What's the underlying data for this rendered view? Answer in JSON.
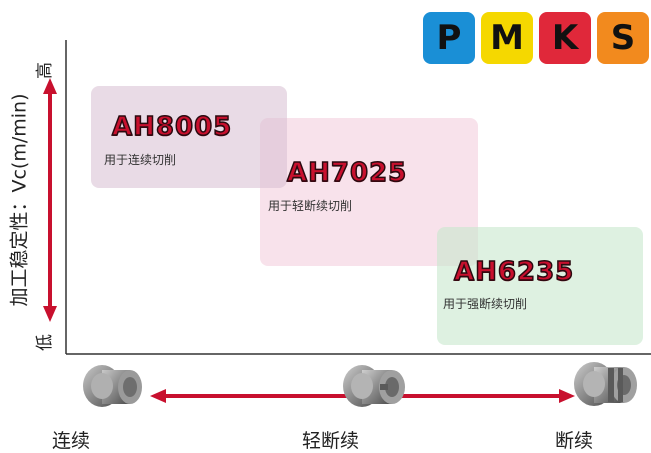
{
  "badges": [
    {
      "letter": "P",
      "color": "#1a8fd6"
    },
    {
      "letter": "M",
      "color": "#f5d800"
    },
    {
      "letter": "K",
      "color": "#e0283a"
    },
    {
      "letter": "S",
      "color": "#f28a1e"
    }
  ],
  "y_axis": {
    "title": "加工稳定性：Vc(m/min)",
    "high": "高",
    "low": "低"
  },
  "x_axis": {
    "left": "连续",
    "middle": "轻断续",
    "right": "断续"
  },
  "grades": [
    {
      "name": "AH8005",
      "desc": "用于连续切削",
      "box_color": "#e9dde8"
    },
    {
      "name": "AH7025",
      "desc": "用于轻断续切削",
      "box_color": "#f7e1ea"
    },
    {
      "name": "AH6235",
      "desc": "用于强断续切削",
      "box_color": "#e2f1e4"
    }
  ],
  "colors": {
    "arrow": "#c8102e",
    "axis": "#333333"
  }
}
